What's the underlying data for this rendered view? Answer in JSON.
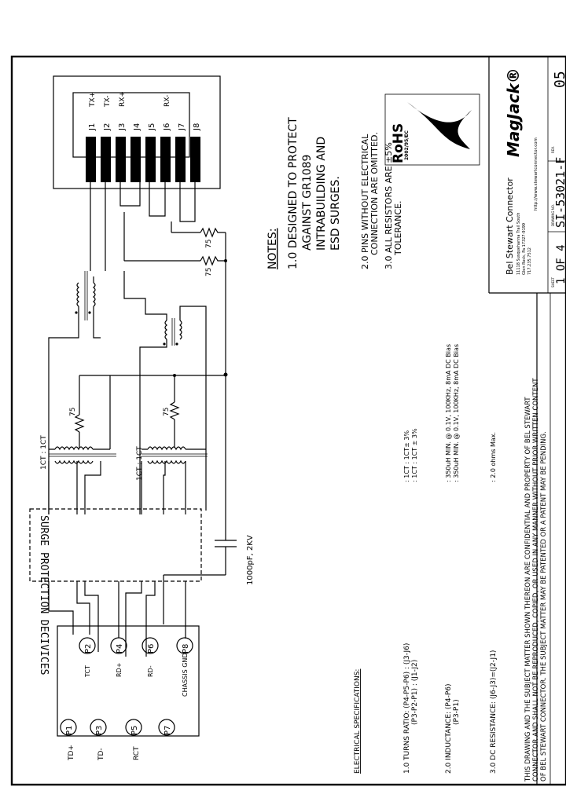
{
  "notes": {
    "heading": "NOTES:",
    "n1": [
      "1.0 DESIGNED TO PROTECT",
      "AGAINST GR1089",
      "INTRABUILDING AND",
      "ESD SURGES."
    ],
    "n2": [
      "2.0 PINS WITHOUT ELECTRICAL",
      "CONNECTION ARE OMITTED."
    ],
    "n3": [
      "3.0 ALL RESISTORS ARE ±5%",
      "TOLERANCE."
    ]
  },
  "specs": {
    "heading": "ELECTRICAL SPECIFICATIONS:",
    "turns_ratio": [
      "1.0 TURNS RATIO: (P4-P5-P6) : (J3-J6)",
      "(P3-P2-P1) : (J1-J2)"
    ],
    "turns_values": [
      ": 1CT : 1CT± 3%",
      ": 1CT : 1CT ± 3%"
    ],
    "inductance": [
      "2.0 INDUCTANCE: (P4-P6)",
      "(P3-P1)"
    ],
    "inductance_values": [
      ": 350uH MIN. @ 0.1V, 100KHz, 8mA DC Bias",
      ": 350uH MIN. @ 0.1V, 100KHz, 8mA DC Bias"
    ],
    "dc_resistance": "3.0 DC RESISTANCE: (J6-J3)=(J2-J1)",
    "dc_resistance_value": ": 2.0 ohms Max."
  },
  "jack": {
    "pins": [
      "J1",
      "J2",
      "J3",
      "J4",
      "J5",
      "J6",
      "J7",
      "J8"
    ],
    "signals": [
      "TX+",
      "TX-",
      "RX+",
      "RX-"
    ]
  },
  "plug": {
    "pins": [
      "P1",
      "P2",
      "P3",
      "P4",
      "P5",
      "P6",
      "P7",
      "P8"
    ],
    "inner_labels": [
      "TCT",
      "RD+",
      "RD-",
      "CHASSIS GND"
    ],
    "outer_labels": [
      "TD+",
      "TD-",
      "RCT"
    ]
  },
  "components": {
    "surge_block": "SURGE PROTECTION DECIVICES",
    "capacitor": "1000pF, 2KV",
    "ratio_label": "1CT : 1CT",
    "resistor": "75"
  },
  "title_block": {
    "company": "Bel Stewart Connector",
    "address": [
      "11118 Susquehanna Trail South",
      "Glen Rock, Pa 17327-9199",
      "717.235.7512"
    ],
    "brand": "MagJack®",
    "website": "http://www.stewartconnector.com",
    "rohs": "RoHS",
    "rohs_sub": "2002/95/EC",
    "drawing_no_label": "DRAWING NO.",
    "drawing_no": "SI-53021-F",
    "sheet_label": "SHEET",
    "sheet": "1 OF 4",
    "rev_label": "REV.",
    "rev": "05"
  },
  "confidential": [
    "THIS DRAWING AND THE SUBJECT MATTER SHOWN THEREON ARE CONFIDENTIAL AND PROPERTY OF BEL STEWART",
    "CONNECTOR AND SHALL NOT BE REPRODUCED, COPIED, OR USED IN ANY MANNER WITHOUT PRIOR WRITTEN CONTENT",
    "OF BEL STEWART CONNECTOR. THE SUBJECT MATTER MAY BE PATENTED OR A PATENT MAY BE PENDING."
  ]
}
